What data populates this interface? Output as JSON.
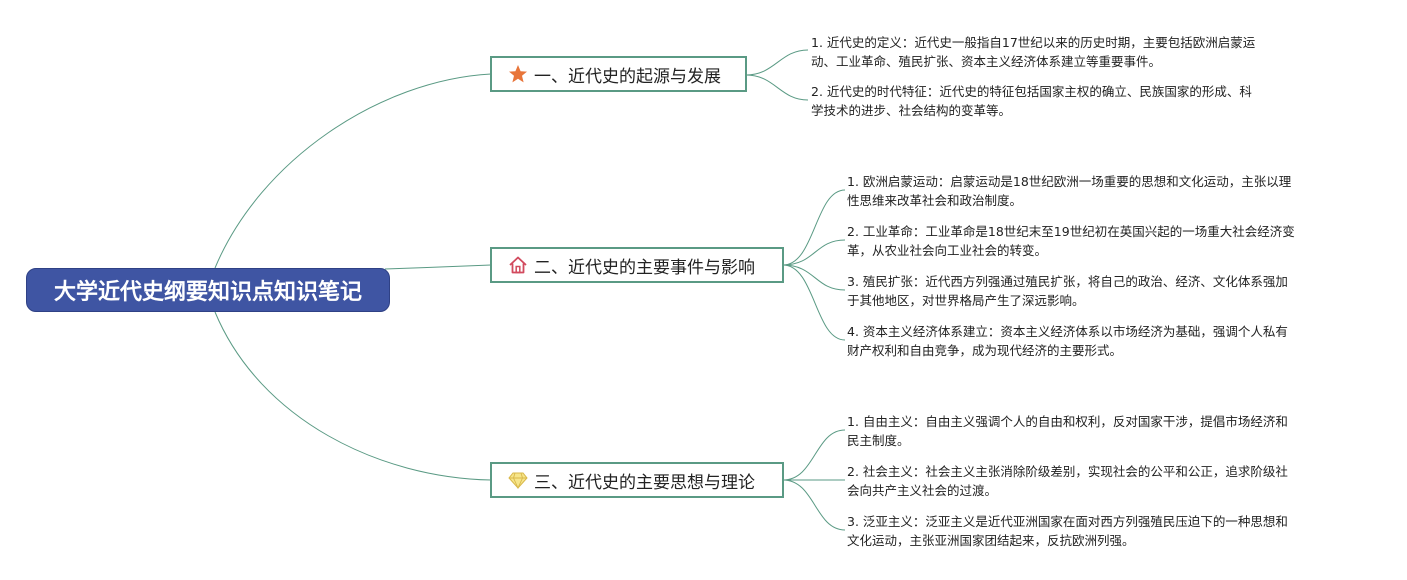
{
  "root": {
    "title": "大学近代史纲要知识点知识笔记"
  },
  "branches": [
    {
      "icon": "star-icon",
      "title": "一、近代史的起源与发展",
      "leaves": [
        {
          "line1": "1. 近代史的定义：近代史一般指自17世纪以来的历史时期，主要包括欧洲启蒙运",
          "line2": "动、工业革命、殖民扩张、资本主义经济体系建立等重要事件。"
        },
        {
          "line1": "2. 近代史的时代特征：近代史的特征包括国家主权的确立、民族国家的形成、科",
          "line2": "学技术的进步、社会结构的变革等。"
        }
      ]
    },
    {
      "icon": "house-icon",
      "title": "二、近代史的主要事件与影响",
      "leaves": [
        {
          "line1": "1. 欧洲启蒙运动：启蒙运动是18世纪欧洲一场重要的思想和文化运动，主张以理",
          "line2": "性思维来改革社会和政治制度。"
        },
        {
          "line1": "2. 工业革命：工业革命是18世纪末至19世纪初在英国兴起的一场重大社会经济变",
          "line2": "革，从农业社会向工业社会的转变。"
        },
        {
          "line1": "3. 殖民扩张：近代西方列强通过殖民扩张，将自己的政治、经济、文化体系强加",
          "line2": "于其他地区，对世界格局产生了深远影响。"
        },
        {
          "line1": "4. 资本主义经济体系建立：资本主义经济体系以市场经济为基础，强调个人私有",
          "line2": "财产权利和自由竞争，成为现代经济的主要形式。"
        }
      ]
    },
    {
      "icon": "diamond-icon",
      "title": "三、近代史的主要思想与理论",
      "leaves": [
        {
          "line1": "1. 自由主义：自由主义强调个人的自由和权利，反对国家干涉，提倡市场经济和",
          "line2": "民主制度。"
        },
        {
          "line1": "2. 社会主义：社会主义主张消除阶级差别，实现社会的公平和公正，追求阶级社",
          "line2": "会向共产主义社会的过渡。"
        },
        {
          "line1": "3. 泛亚主义：泛亚主义是近代亚洲国家在面对西方列强殖民压迫下的一种思想和",
          "line2": "文化运动，主张亚洲国家团结起来，反抗欧洲列强。"
        }
      ]
    }
  ],
  "colors": {
    "root_bg": "#3f55a3",
    "branch_border": "#5a9a84",
    "connector": "#5a9a84"
  }
}
